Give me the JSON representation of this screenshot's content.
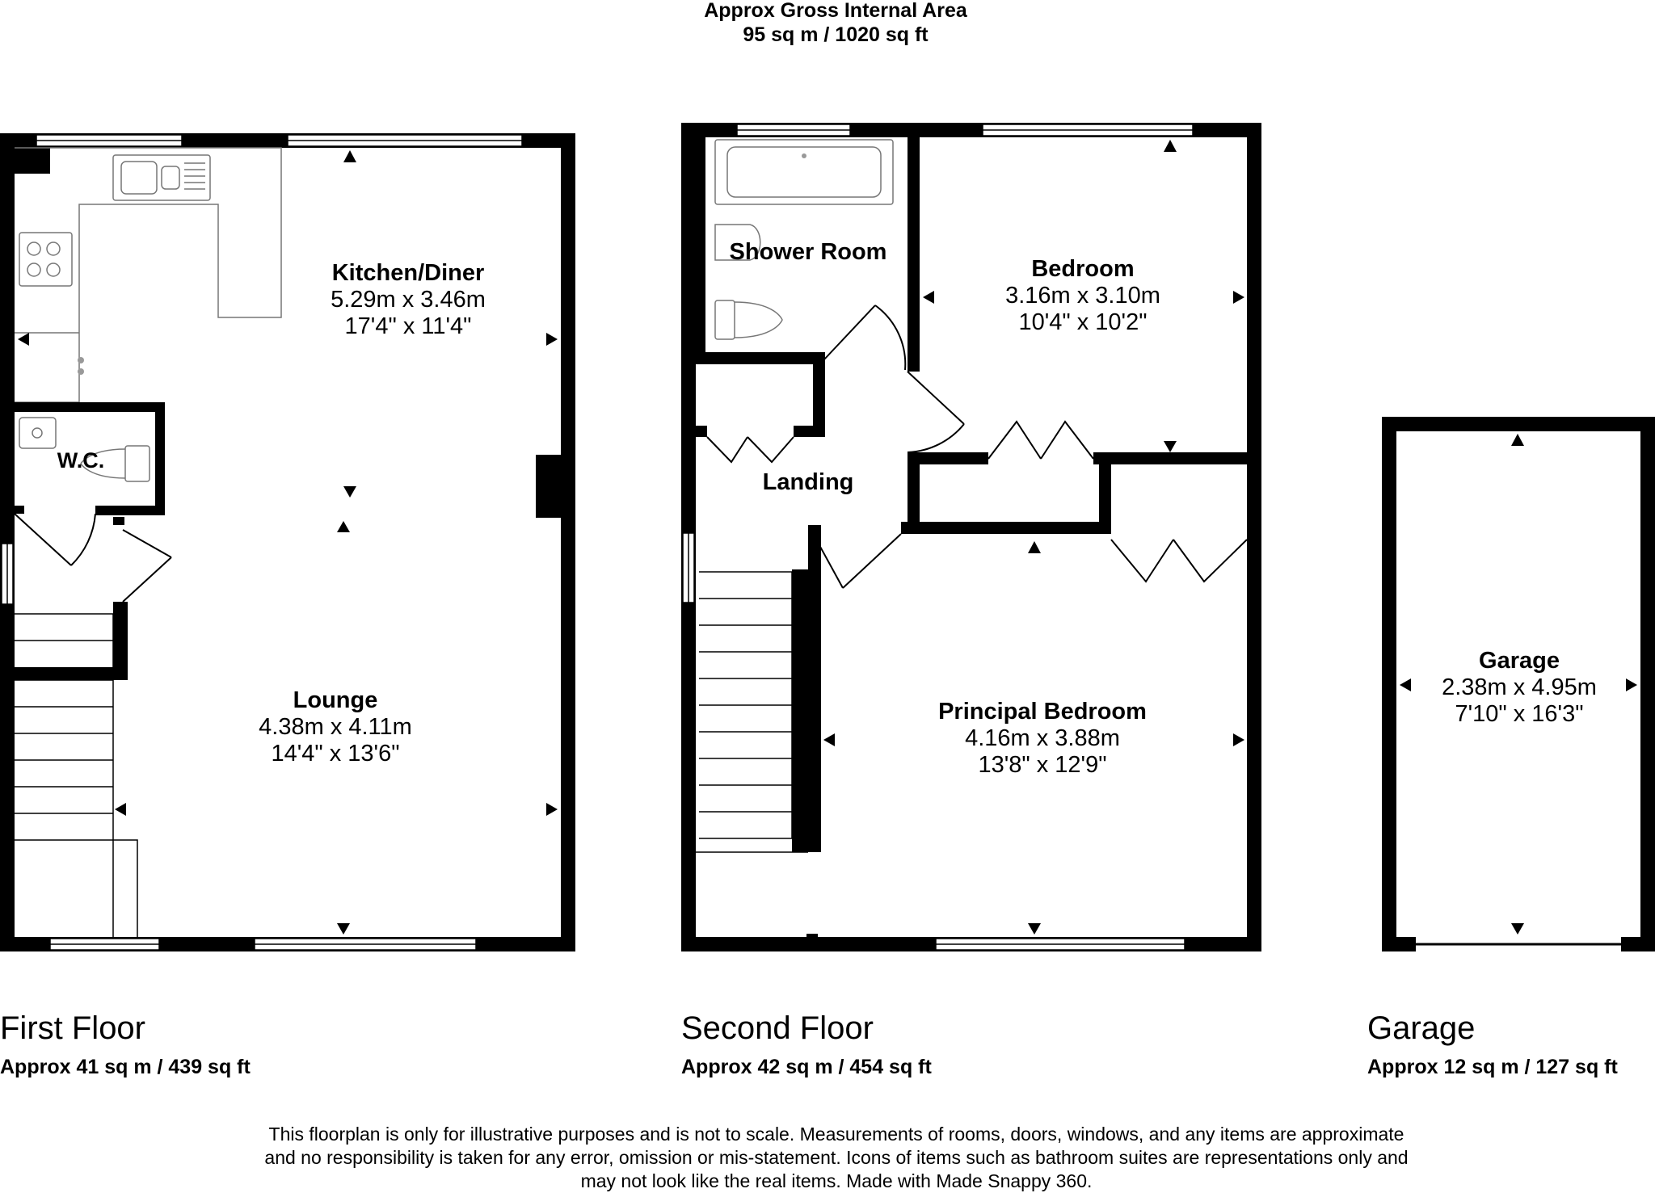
{
  "header": {
    "title": "Approx Gross Internal Area",
    "total_area": "95 sq m / 1020 sq ft"
  },
  "floors": {
    "first": {
      "name": "First Floor",
      "area": "Approx 41 sq m / 439 sq ft",
      "rooms": {
        "kitchen": {
          "name": "Kitchen/Diner",
          "metric": "5.29m x 3.46m",
          "imperial": "17'4\" x 11'4\""
        },
        "wc": {
          "name": "W.C."
        },
        "lounge": {
          "name": "Lounge",
          "metric": "4.38m x 4.11m",
          "imperial": "14'4\" x 13'6\""
        }
      }
    },
    "second": {
      "name": "Second Floor",
      "area": "Approx 42 sq m / 454 sq ft",
      "rooms": {
        "shower": {
          "name": "Shower Room"
        },
        "bedroom": {
          "name": "Bedroom",
          "metric": "3.16m x 3.10m",
          "imperial": "10'4\" x 10'2\""
        },
        "landing": {
          "name": "Landing"
        },
        "principal": {
          "name": "Principal Bedroom",
          "metric": "4.16m x 3.88m",
          "imperial": "13'8\" x 12'9\""
        }
      }
    },
    "garage": {
      "name": "Garage",
      "area": "Approx 12 sq m / 127 sq ft",
      "rooms": {
        "garage": {
          "name": "Garage",
          "metric": "2.38m x 4.95m",
          "imperial": "7'10\" x 16'3\""
        }
      }
    }
  },
  "disclaimer": {
    "line1": "This floorplan is only for illustrative purposes and is not to scale. Measurements of rooms, doors, windows, and any items are approximate",
    "line2": "and no responsibility is taken for any error, omission or mis-statement. Icons of items such as bathroom suites are representations only and",
    "line3": "may not look like the real items. Made with Made Snappy 360."
  }
}
